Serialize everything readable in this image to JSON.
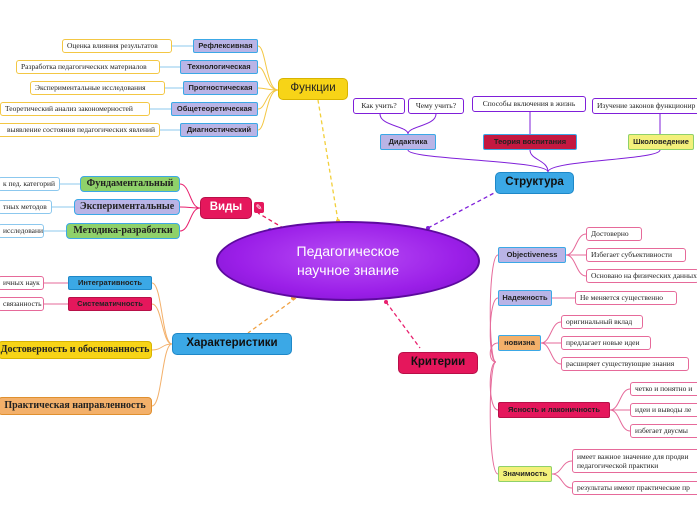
{
  "center": {
    "line1": "Педагогическое",
    "line2": "научное знание"
  },
  "functions": {
    "title": "Функции",
    "items": [
      {
        "tag": "Рефлексивная",
        "leaf": "Оценка влияния результатов"
      },
      {
        "tag": "Технологическая",
        "leaf": "Разработка педагогических материалов"
      },
      {
        "tag": "Прогностическая",
        "leaf": "Экспериментальные исследования"
      },
      {
        "tag": "Общетеоретическая",
        "leaf": "Теоретический анализ закономерностей"
      },
      {
        "tag": "Диагностический",
        "leaf": "выявление состояния педагогических явлений"
      }
    ]
  },
  "types": {
    "title": "Виды",
    "items": [
      {
        "tag": "Фундаментальный",
        "leaf": "к пед. категорий"
      },
      {
        "tag": "Экспериментальные",
        "leaf": "тных методов"
      },
      {
        "tag": "Методика-разработки",
        "leaf": "исследований"
      }
    ]
  },
  "characteristics": {
    "title": "Характеристики",
    "items": [
      {
        "tag": "Интегративность",
        "leaf": "ичных наук"
      },
      {
        "tag": "Систематичность",
        "leaf": "связанность"
      }
    ],
    "big_items": [
      "Достоверность и обоснованность",
      "Практическая направленность"
    ]
  },
  "structure": {
    "title": "Структура",
    "groups": [
      {
        "tag": "Дидактика",
        "leaves": [
          "Как учить?",
          "Чему учить?"
        ]
      },
      {
        "tag": "Теория воспитания",
        "leaves": [
          "Способы включения в жизнь"
        ]
      },
      {
        "tag": "Школоведение",
        "leaves": [
          "Изучение законов функционир"
        ]
      }
    ]
  },
  "criteria": {
    "title": "Критерии",
    "groups": [
      {
        "tag": "Objectiveness",
        "leaves": [
          "Достоверно",
          "Избегает субъективности",
          "Основано на физических данных"
        ]
      },
      {
        "tag": "Надежность",
        "leaves": [
          "Не меняется существенно"
        ]
      },
      {
        "tag": "новизна",
        "leaves": [
          "оригинальный вклад",
          "предлагает новые идеи",
          "расширяет существующие знания"
        ]
      },
      {
        "tag": "Ясность и лаконичность",
        "leaves": [
          "четко и понятно и",
          "идеи и выводы ле",
          "избегает двусмы"
        ]
      },
      {
        "tag": "Значимость",
        "leaves": [
          "имеет важное значение для продви педагогической практики",
          "результаты имеют практические пр"
        ]
      }
    ]
  },
  "colors": {
    "yellow": "#f7d417",
    "blue": "#3ba8e6",
    "green": "#8fd16a",
    "purple": "#7f1fd9",
    "pink": "#e8206e",
    "crimson": "#c41840",
    "orange": "#f0a64a",
    "lav": "#b9b4e6",
    "leafYellow": "#f3c744",
    "leafBlue": "#8cc8ee",
    "leafPink": "#e66a9a",
    "leafOrange": "#f3b06a"
  }
}
